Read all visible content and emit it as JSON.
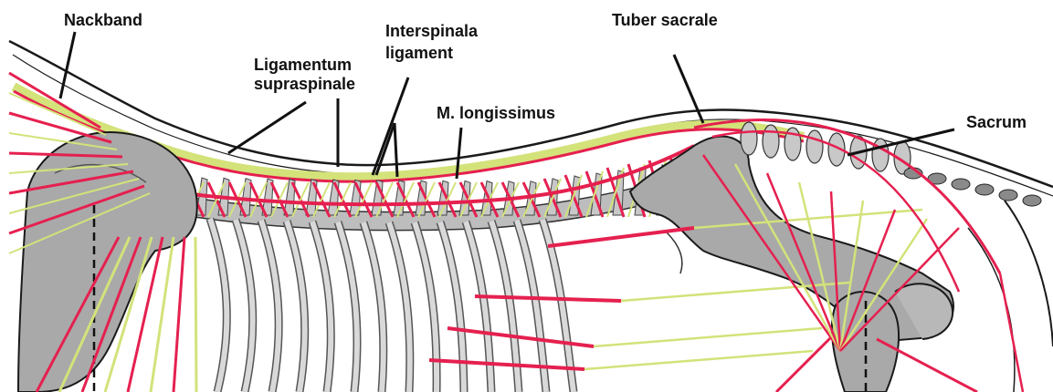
{
  "labels": {
    "nackband": "Nackband",
    "lig_supra_1": "Ligamentum",
    "lig_supra_2": "supraspinale",
    "interspinala_1": "Interspinala",
    "interspinala_2": "ligament",
    "longissimus": "M. longissimus",
    "tuber_sacrale": "Tuber sacrale",
    "sacrum": "Sacrum"
  },
  "colors": {
    "ligament_red": "#e5204f",
    "ligament_yellow": "#d4e27a",
    "bone_gray": "#a9a9a9",
    "bone_dark": "#8a8a8a",
    "bone_light": "#c8c8c8",
    "outline": "#1a1a1a",
    "leader": "#111111"
  }
}
